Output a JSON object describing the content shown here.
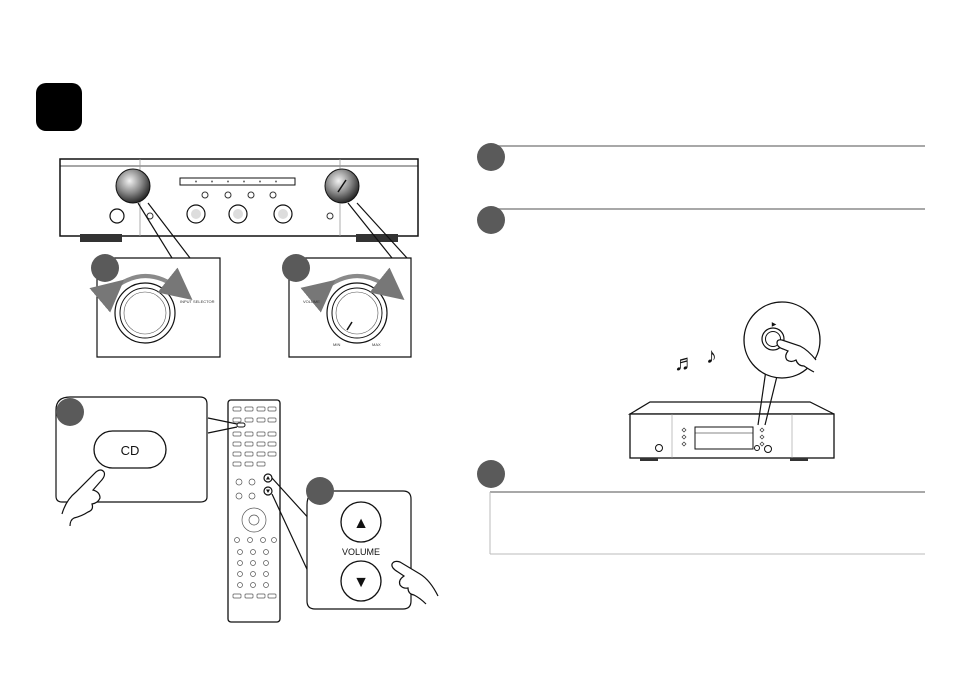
{
  "remote_label": "CD",
  "volume_label": "VOLUME",
  "input_selector_label": "INPUT SELECTOR",
  "volume_knob_label": "VOLUME",
  "player_play_symbol": "▶",
  "volume_up_symbol": "▲",
  "volume_down_symbol": "▼",
  "music_note_1": "♬",
  "music_note_2": "♪",
  "colors": {
    "step_circle": "#5a5a5a",
    "step_badge": "#000000",
    "divider": "#8c8c8c",
    "panel": "#efefef"
  }
}
